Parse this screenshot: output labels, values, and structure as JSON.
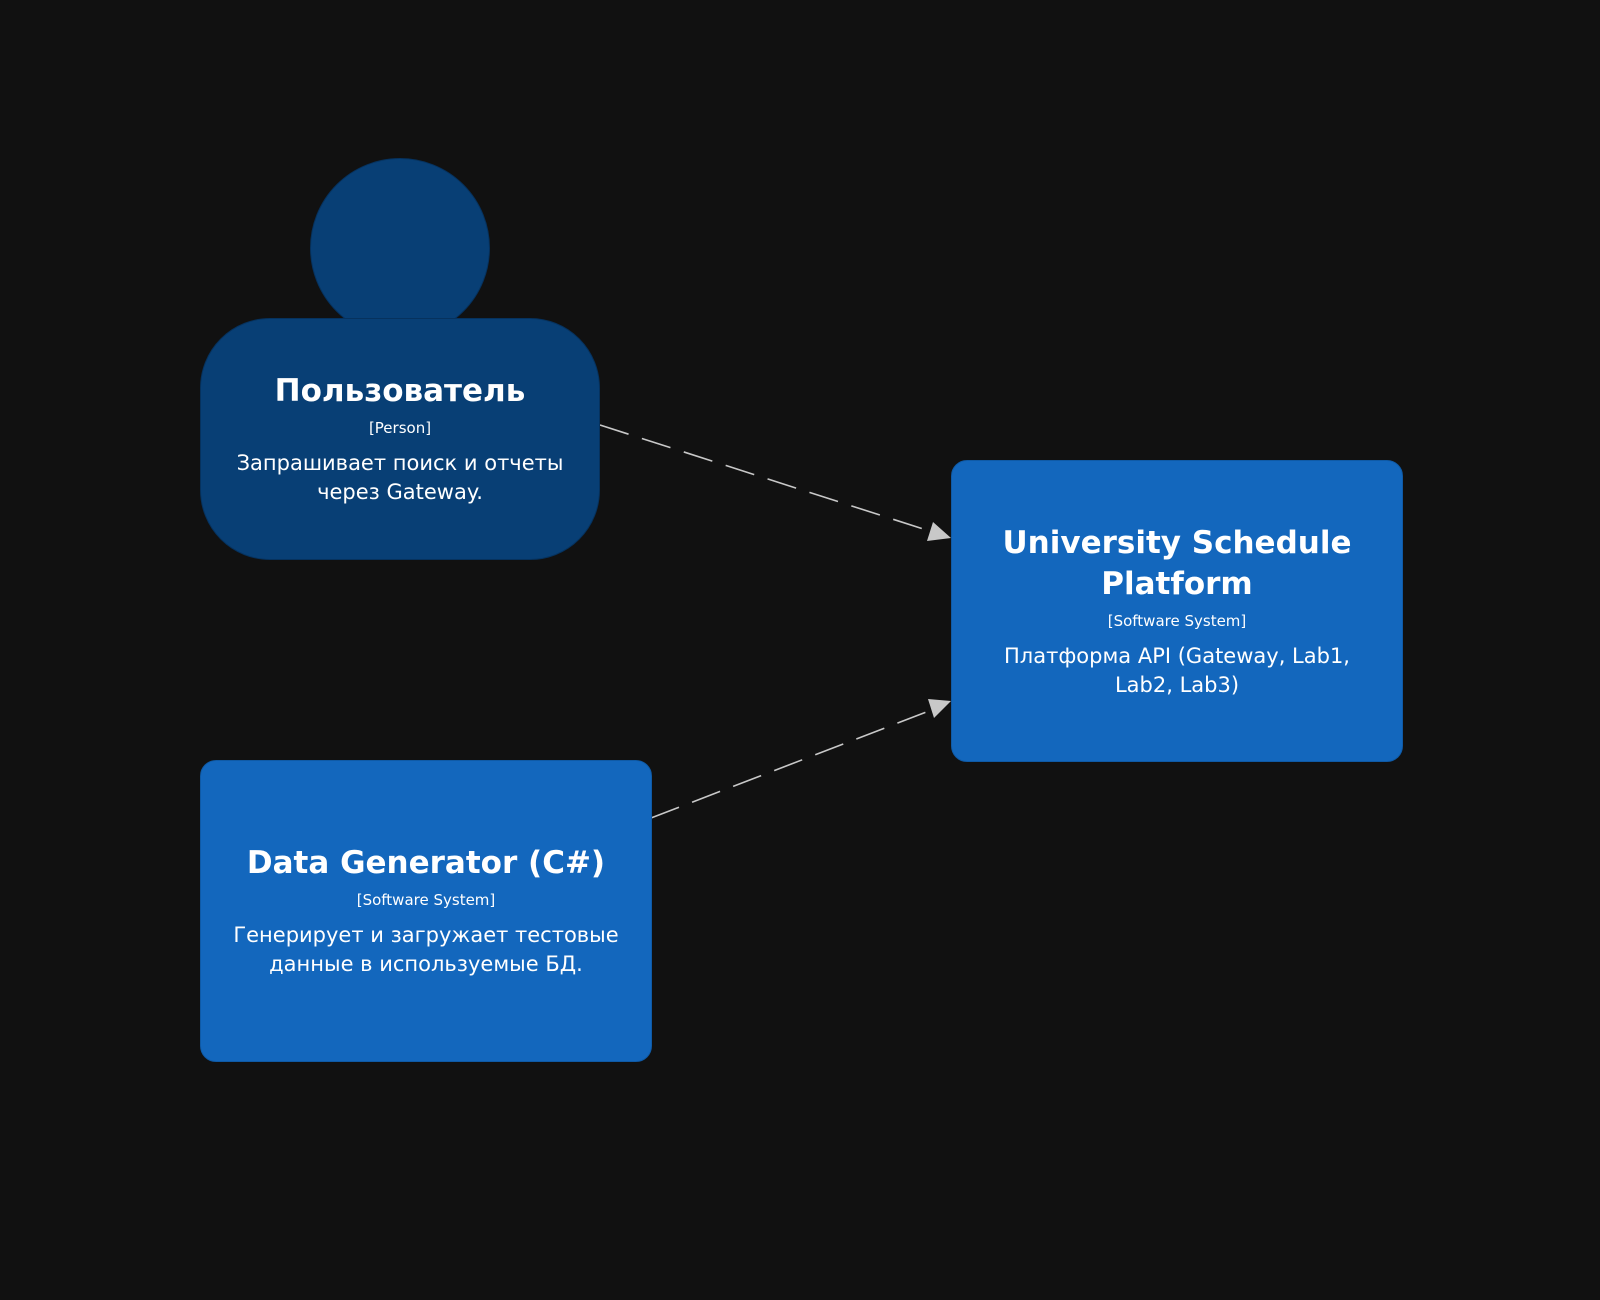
{
  "diagram": {
    "background": "#111111",
    "colors": {
      "person": "#083f75",
      "system": "#1367bd",
      "edge": "#c8c8c8",
      "text": "#ffffff"
    },
    "nodes": {
      "user": {
        "title": "Пользователь",
        "type": "[Person]",
        "description": "Запрашивает поиск и отчеты через Gateway.",
        "shape": "person"
      },
      "platform": {
        "title": "University Schedule Platform",
        "type": "[Software System]",
        "description": "Платформа API (Gateway, Lab1, Lab2, Lab3)",
        "shape": "box"
      },
      "generator": {
        "title": "Data Generator (C#)",
        "type": "[Software System]",
        "description": "Генерирует и загружает тестовые данные в используемые БД.",
        "shape": "box"
      }
    },
    "edges": [
      {
        "from": "user",
        "to": "platform",
        "style": "dashed",
        "label": ""
      },
      {
        "from": "generator",
        "to": "platform",
        "style": "dashed",
        "label": ""
      }
    ]
  }
}
